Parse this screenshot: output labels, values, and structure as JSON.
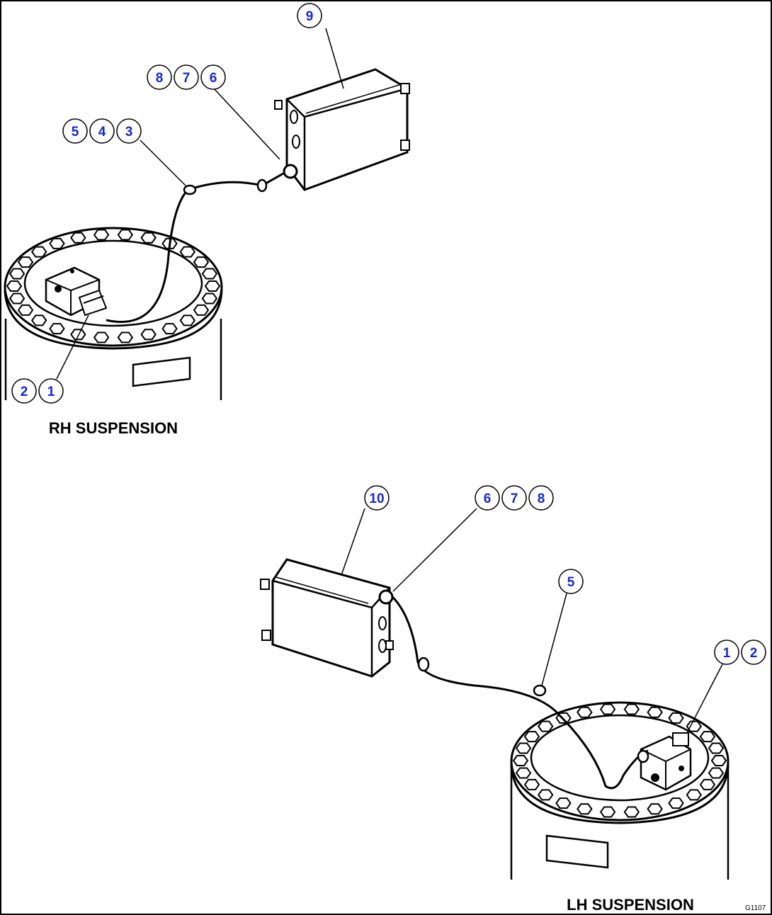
{
  "figure": {
    "captions": {
      "rh": "RH SUSPENSION",
      "lh": "LH SUSPENSION"
    },
    "code": "G1107",
    "balloon_color": "#1428d2",
    "callouts": {
      "rh_box": [
        "9"
      ],
      "rh_connector": [
        "8",
        "7",
        "6"
      ],
      "rh_clamp": [
        "5",
        "4",
        "3"
      ],
      "rh_sensor": [
        "2",
        "1"
      ],
      "lh_box": [
        "10"
      ],
      "lh_connector": [
        "6",
        "7",
        "8"
      ],
      "lh_clamp": [
        "5"
      ],
      "lh_sensor": [
        "1",
        "2"
      ]
    }
  }
}
